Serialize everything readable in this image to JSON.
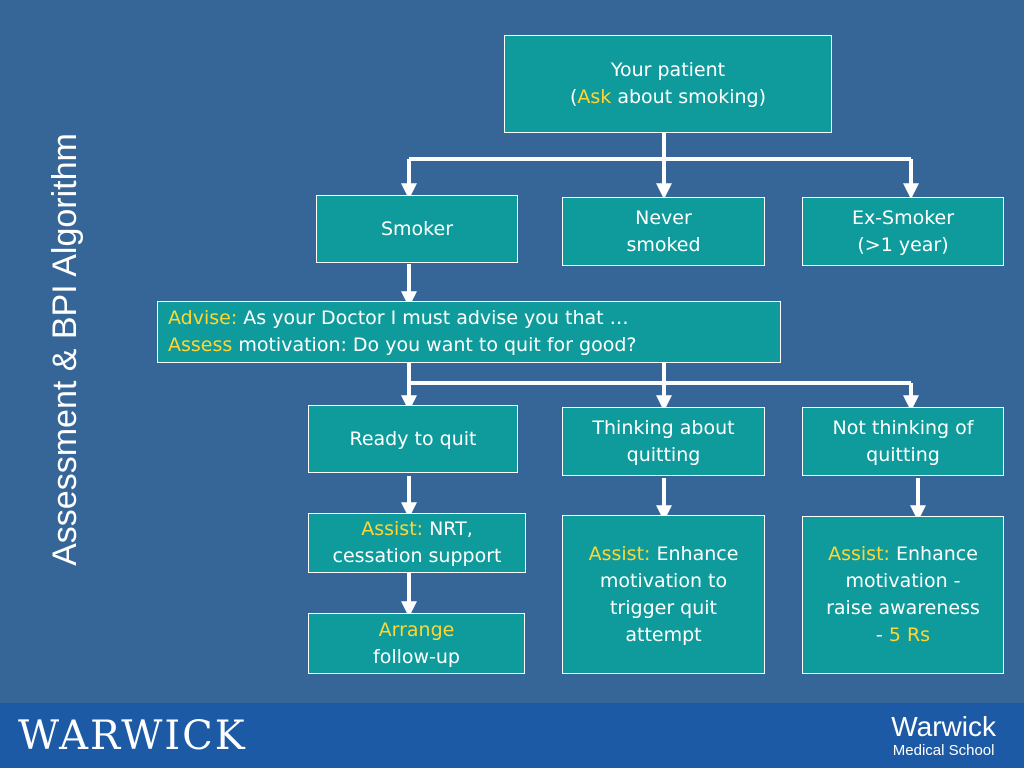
{
  "title": "Assessment & BPI Algorithm",
  "nodes": {
    "patient": {
      "line1": "Your patient",
      "open": "(",
      "ask": "Ask",
      "rest": " about smoking)"
    },
    "smoker": {
      "label": "Smoker"
    },
    "never": {
      "line1": "Never",
      "line2": "smoked"
    },
    "ex": {
      "line1": "Ex-Smoker",
      "line2": "(>1 year)"
    },
    "advise": {
      "advise_kw": "Advise:",
      "advise_text": " As your Doctor I must advise you that …",
      "assess_kw": "Assess",
      "assess_text": " motivation: Do you want to quit for good?"
    },
    "ready": {
      "label": "Ready to quit"
    },
    "thinking": {
      "line1": "Thinking about",
      "line2": "quitting"
    },
    "notthinking": {
      "line1": "Not thinking of",
      "line2": "quitting"
    },
    "assist_ready": {
      "kw": "Assist:",
      "text": " NRT,",
      "line2": "cessation support"
    },
    "arrange": {
      "kw": "Arrange",
      "line2": "follow-up"
    },
    "assist_thinking": {
      "kw": "Assist:",
      "text": " Enhance",
      "line2": "motivation to",
      "line3": "trigger quit",
      "line4": "attempt"
    },
    "assist_not": {
      "kw": "Assist:",
      "text": " Enhance",
      "line2": "motivation -",
      "line3": "raise awareness",
      "line4_pre": "- ",
      "line4_kw": "5 Rs"
    }
  },
  "footer": {
    "left_logo": "WARWICK",
    "right_logo_line1": "Warwick",
    "right_logo_line2": "Medical School"
  },
  "colors": {
    "background": "#356697",
    "box": "#0f9b9b",
    "highlight": "#ffd633",
    "footer": "#1d5aa5"
  }
}
